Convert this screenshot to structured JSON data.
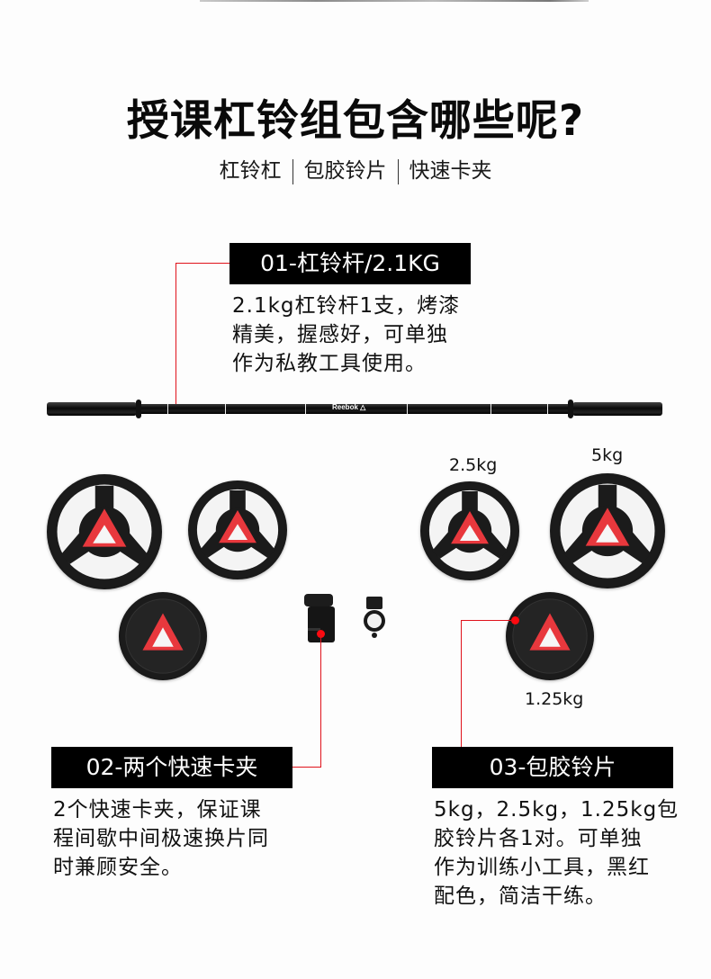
{
  "header": {
    "title": "授课杠铃组包含哪些呢?",
    "subtitle_items": [
      "杠铃杠",
      "包胶铃片",
      "快速卡夹"
    ]
  },
  "sections": [
    {
      "label": "01-杠铃杆/2.1KG",
      "desc_lines": [
        "2.1kg杠铃杆1支，烤漆",
        "精美，握感好，可单独",
        "作为私教工具使用。"
      ]
    },
    {
      "label": "02-两个快速卡夹",
      "desc_lines": [
        "2个快速卡夹，保证课",
        "程间歇中间极速换片同",
        "时兼顾安全。"
      ]
    },
    {
      "label": "03-包胶铃片",
      "desc_lines": [
        "5kg，2.5kg，1.25kg包",
        "胶铃片各1对。可单独",
        "作为训练小工具，黑红",
        "配色，简洁干练。"
      ]
    }
  ],
  "barbell": {
    "logo_text": "Reebok"
  },
  "plate_weights": {
    "w25": "2.5kg",
    "w5": "5kg",
    "w125": "1.25kg"
  },
  "colors": {
    "accent_red": "#e0121b",
    "plate_red": "#e8383d",
    "label_bg": "#000000"
  }
}
